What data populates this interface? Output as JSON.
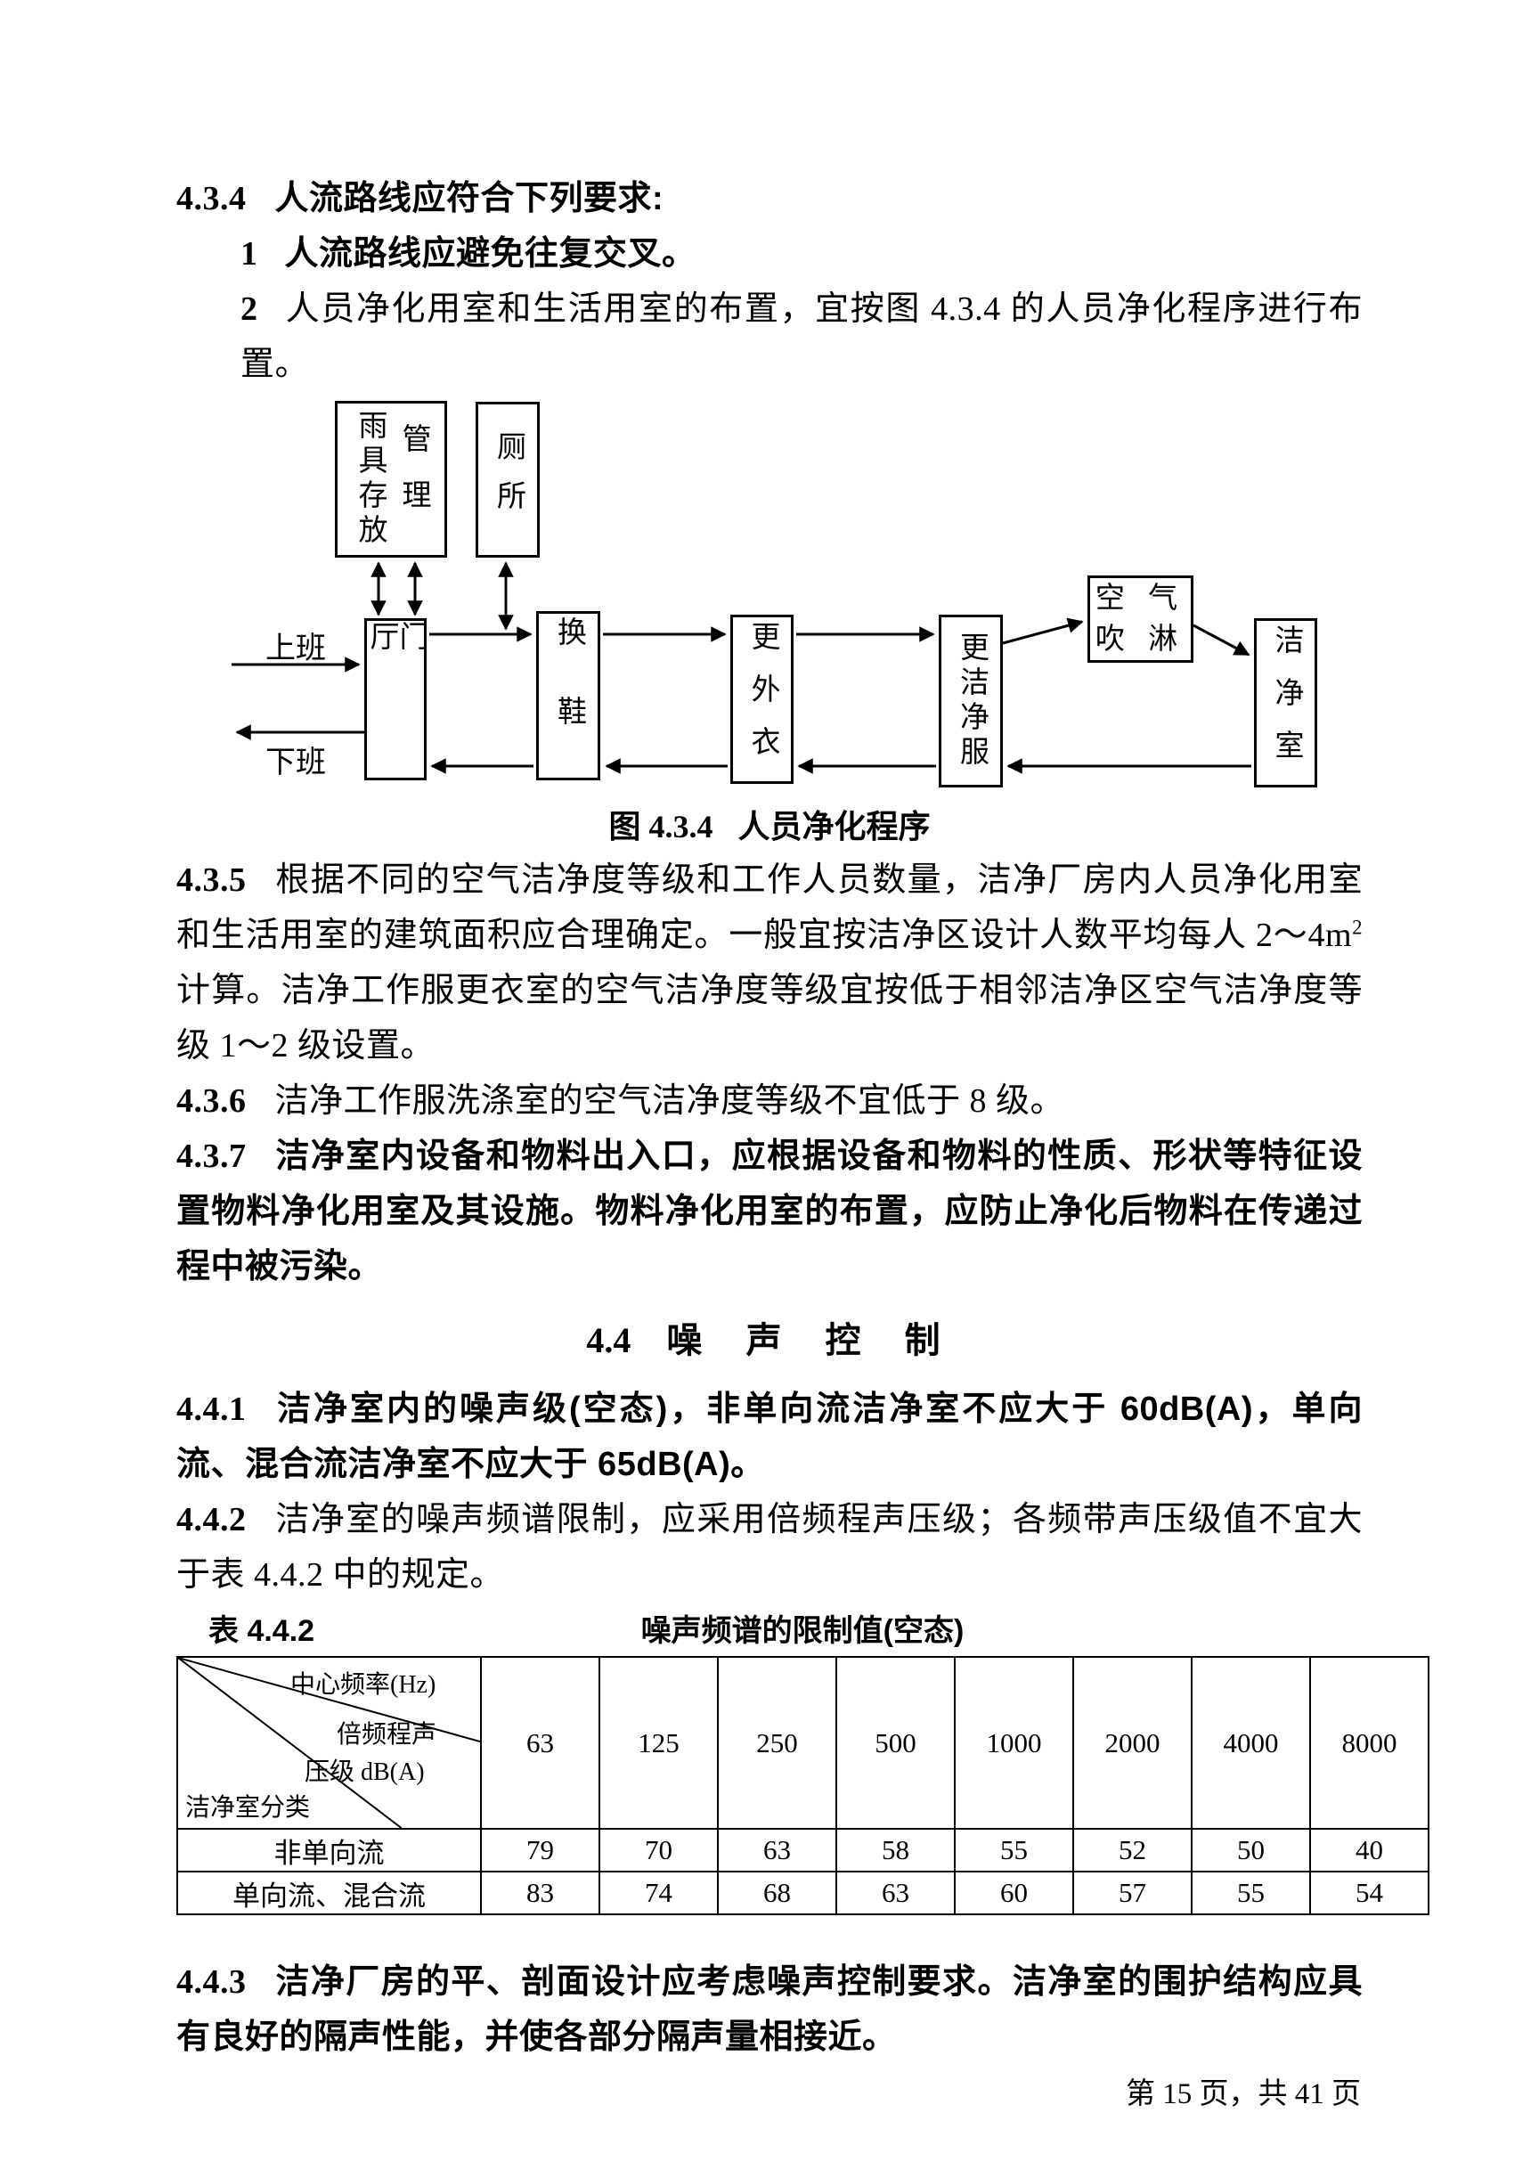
{
  "doc": {
    "s434_num": "4.3.4",
    "s434_text": "人流路线应符合下列要求:",
    "item1_num": "1",
    "item1_text": "人流路线应避免往复交叉。",
    "item2_num": "2",
    "item2_text": "人员净化用室和生活用室的布置，宜按图 4.3.4 的人员净化程序进行布置。",
    "s435_num": "4.3.5",
    "s435_t1": "根据不同的空气洁净度等级和工作人员数量，洁净厂房内人员净化用室和生活用室的建筑面积应合理确定。一般宜按洁净区设计人数平均每人 2～4m",
    "s435_sup": "2",
    "s435_t2": " 计算。洁净工作服更衣室的空气洁净度等级宜按低于相邻洁净区空气洁净度等级 1～2 级设置。",
    "s436_num": "4.3.6",
    "s436_text": "洁净工作服洗涤室的空气洁净度等级不宜低于 8 级。",
    "s437_num": "4.3.7",
    "s437_text": "洁净室内设备和物料出入口，应根据设备和物料的性质、形状等特征设置物料净化用室及其设施。物料净化用室的布置，应防止净化后物料在传递过程中被污染。",
    "h44_num": "4.4",
    "h44_text": "噪 声 控 制",
    "s441_num": "4.4.1",
    "s441_text": "洁净室内的噪声级(空态)，非单向流洁净室不应大于 60dB(A)，单向流、混合流洁净室不应大于 65dB(A)。",
    "s442_num": "4.4.2",
    "s442_text": "洁净室的噪声频谱限制，应采用倍频程声压级；各频带声压级值不宜大于表 4.4.2 中的规定。",
    "s443_num": "4.4.3",
    "s443_text": "洁净厂房的平、剖面设计应考虑噪声控制要求。洁净室的围护结构应具有良好的隔声性能，并使各部分隔声量相接近。"
  },
  "diagram": {
    "caption_fig": "图 4.3.4",
    "caption_text": "人员净化程序",
    "label_in": "上班",
    "label_out": "下班",
    "boxes": {
      "rain": "雨具存放",
      "manage": "管理",
      "toilet": "厕所",
      "hall": "门厅",
      "shoes": "换鞋",
      "outer": "更外衣",
      "clean": "更洁净服",
      "air": "空 气\n吹 淋",
      "room": "洁净室"
    }
  },
  "table": {
    "label": "表 4.4.2",
    "title": "噪声频谱的限制值(空态)",
    "header": {
      "freq": "中心频率(Hz)",
      "band1": "倍频程声",
      "band2": "压级 dB(A)",
      "class": "洁净室分类"
    },
    "columns": [
      "63",
      "125",
      "250",
      "500",
      "1000",
      "2000",
      "4000",
      "8000"
    ],
    "rows": [
      {
        "label": "非单向流",
        "values": [
          "79",
          "70",
          "63",
          "58",
          "55",
          "52",
          "50",
          "40"
        ]
      },
      {
        "label": "单向流、混合流",
        "values": [
          "83",
          "74",
          "68",
          "63",
          "60",
          "57",
          "55",
          "54"
        ]
      }
    ]
  },
  "footer": {
    "text": "第 15 页，共 41 页"
  }
}
